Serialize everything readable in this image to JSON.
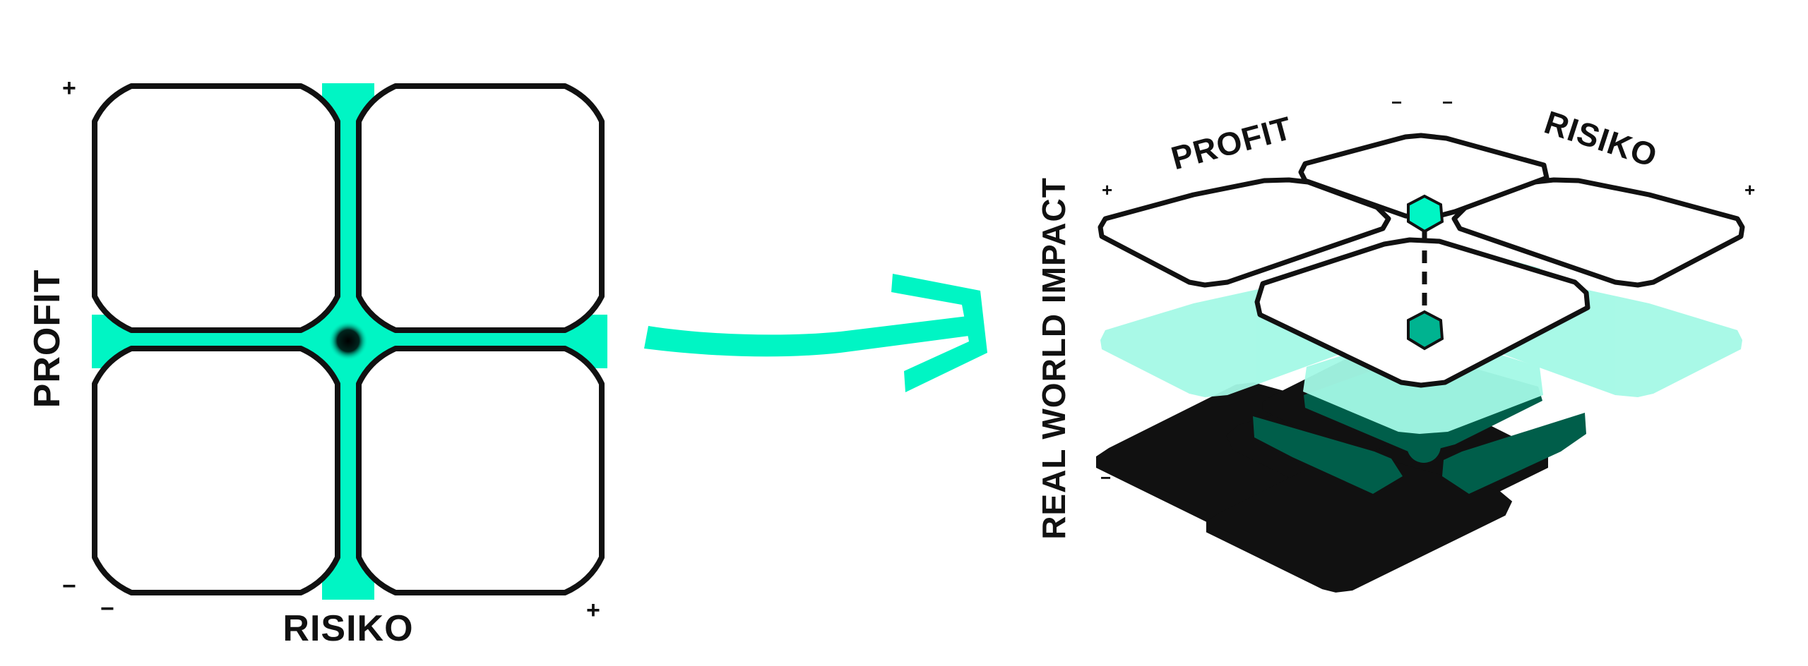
{
  "colors": {
    "accent": "#00f5c4",
    "accent_light": "#a4f9e6",
    "accent_mid": "#00b390",
    "accent_dark": "#005e4a",
    "ink": "#111111",
    "background": "#ffffff"
  },
  "matrix": {
    "y_label": "PROFIT",
    "x_label": "RISIKO",
    "y_plus": "+",
    "y_minus": "−",
    "x_minus": "−",
    "x_plus": "+"
  },
  "iso": {
    "profit_label": "PROFIT",
    "risiko_label": "RISIKO",
    "impact_label": "REAL WORLD IMPACT",
    "left_plus": "+",
    "right_plus": "+",
    "top_minus_1": "−",
    "top_minus_2": "−",
    "impact_minus": "−"
  },
  "arrow_icon": "arrow-right-icon"
}
